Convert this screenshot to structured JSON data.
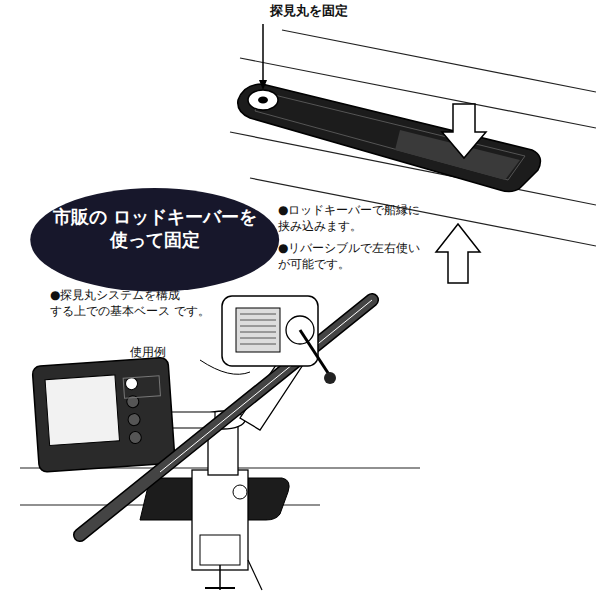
{
  "diagram": {
    "nodes": [
      {
        "text": [
          "市販の ロッドキーバーを 使って固定"
        ]
      }
    ],
    "labels": [
      "探見丸を固定",
      "●ロッドキーバーで船縁に 挟み込みます。",
      "●リバーシブルで左右使い が可能です。",
      "●探見丸システムを構成 する上での基本ベース です。",
      "使用例"
    ]
  }
}
